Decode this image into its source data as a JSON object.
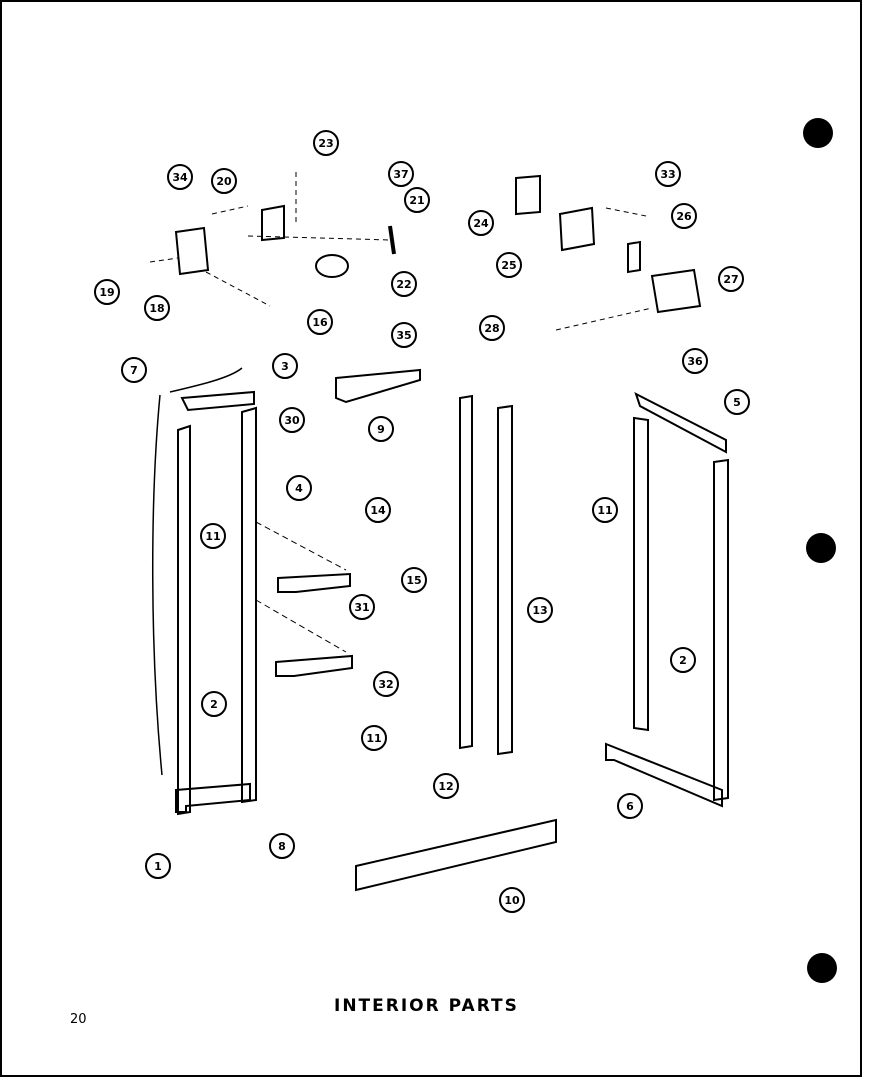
{
  "title": "INTERIOR PARTS",
  "page_number": "20",
  "callouts": [
    "1",
    "2",
    "2",
    "3",
    "4",
    "5",
    "6",
    "7",
    "8",
    "9",
    "10",
    "11",
    "11",
    "11",
    "12",
    "13",
    "14",
    "15",
    "16",
    "18",
    "19",
    "20",
    "21",
    "22",
    "23",
    "24",
    "25",
    "26",
    "27",
    "28",
    "30",
    "31",
    "32",
    "33",
    "34",
    "35",
    "36",
    "37"
  ]
}
